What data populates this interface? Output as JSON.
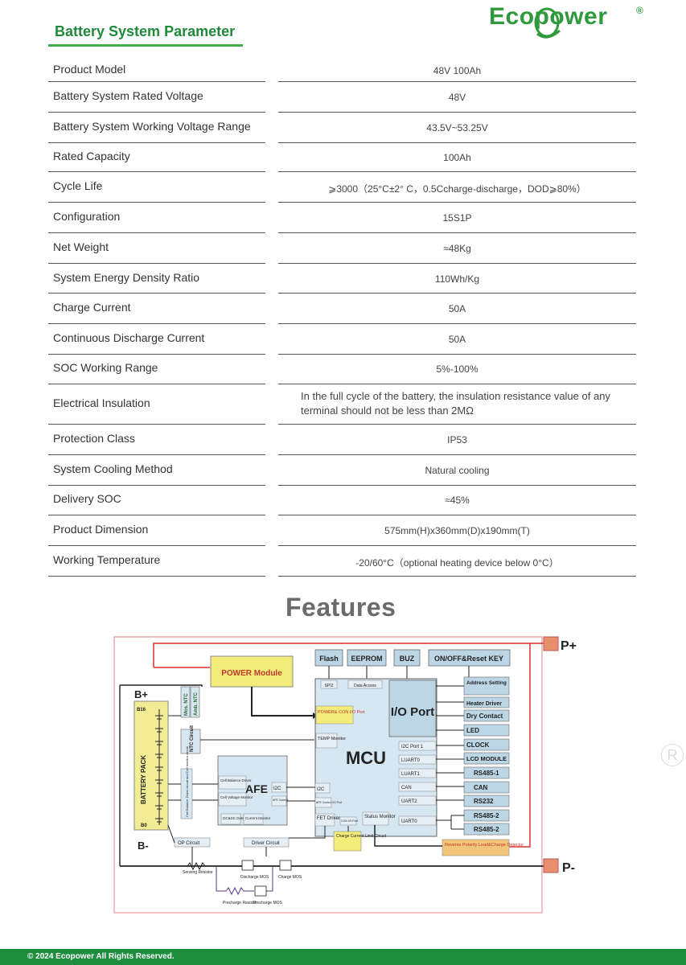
{
  "brand": {
    "logo_text": "Ecopower",
    "logo_reg": "®",
    "accent_color": "#1e8e3e"
  },
  "section": {
    "title": "Battery System Parameter"
  },
  "parameters": [
    {
      "label": "Product Model",
      "value": "48V 100Ah"
    },
    {
      "label": "Battery System Rated Voltage",
      "value": "48V"
    },
    {
      "label": "Battery System Working Voltage Range",
      "value": "43.5V~53.25V"
    },
    {
      "label": "Rated Capacity",
      "value": "100Ah"
    },
    {
      "label": "Cycle Life",
      "value": "⩾3000（25°C±2° C，0.5Ccharge-discharge，DOD⩾80%）"
    },
    {
      "label": "Configuration",
      "value": "15S1P"
    },
    {
      "label": "Net Weight",
      "value": "≈48Kg"
    },
    {
      "label": "System Energy Density Ratio",
      "value": "110Wh/Kg"
    },
    {
      "label": "Charge Current",
      "value": "50A"
    },
    {
      "label": "Continuous Discharge Current",
      "value": "50A"
    },
    {
      "label": "SOC Working Range",
      "value": "5%-100%"
    },
    {
      "label": "Electrical Insulation",
      "value": "In the full cycle of the battery, the insulation resistance value of any terminal should not be less than 2MΩ"
    },
    {
      "label": "Protection Class",
      "value": "IP53"
    },
    {
      "label": "System Cooling Method",
      "value": "Natural cooling"
    },
    {
      "label": "Delivery SOC",
      "value": "≈45%"
    },
    {
      "label": "Product Dimension",
      "value": "575mm(H)x360mm(D)x190mm(T)"
    },
    {
      "label": "Working Temperature",
      "value": "-20/60°C（optional heating device below 0°C）"
    }
  ],
  "features": {
    "title": "Features",
    "diagram": {
      "p_plus": "P+",
      "p_minus": "P-",
      "b_plus": "B+",
      "b_minus": "B-",
      "b16": "B16",
      "b0": "B0",
      "battery_pack": "BATTERY PACK",
      "power_module": "POWER Module",
      "mos_ntc": "Mos. NTC",
      "amb_ntc": "Amb. NTC",
      "ntc_circuit": "NTC Circuit",
      "flash": "Flash",
      "eeprom": "EEPROM",
      "buz": "BUZ",
      "onoff": "ON/OFF&Reset KEY",
      "spi2": "SPI2",
      "data_access": "Data Access",
      "io_port": "I/O Port",
      "power_con": "POWER& CON I/O Port",
      "temp_monitor": "TEMP Monitor",
      "mcu": "MCU",
      "i2c_port1": "I2C Port 1",
      "luart0": "LUART0",
      "luart1": "LUART1",
      "can": "CAN",
      "uart2": "UART2",
      "uart0": "UART0",
      "afe": "AFE",
      "i2c": "I2C",
      "cell_balance_driver": "Cell Balance Driver",
      "cell_voltage_monitor": "Cell Voltage Monitor",
      "afe_control": "AFE Control",
      "afe_control_io": "AFE Control I/O Port",
      "cell_balance_circuit": "Cell Balance Driver circuit and Cell monitor circuit",
      "ocsc_detector": "OC&SC Detector",
      "current_monitor": "Current Monitor",
      "fet_driver": "FET Driver",
      "con_io_port": "CON I/O Port",
      "status_monitor": "Status Monitor",
      "address_setting": "Address Setting",
      "heater_driver": "Heater Driver",
      "dry_contact": "Dry Contact",
      "led": "LED",
      "clock": "CLOCK",
      "lcd_module": "LCD MODULE",
      "rs485_1": "RS485-1",
      "can_out": "CAN",
      "rs232": "RS232",
      "rs485_2a": "RS485-2",
      "rs485_2b": "RS485-2",
      "op_circuit": "OP Circuit",
      "driver_circuit": "Driver Circuit",
      "charge_limit": "Charge Current Limit Circuit",
      "reverse_polarity": "Reverse Polarity Load&Charge Detector",
      "sensing_resistor": "Sensing Resistor",
      "discharge_mos": "Discharge MOS",
      "charge_mos": "Charge MOS",
      "precharge_resistor": "Precharge Resistor",
      "precharge_mos": "Precharge MOS"
    }
  },
  "watermark": "R",
  "footer": {
    "text": "© 2024 Ecopower All Rights Reserved."
  }
}
